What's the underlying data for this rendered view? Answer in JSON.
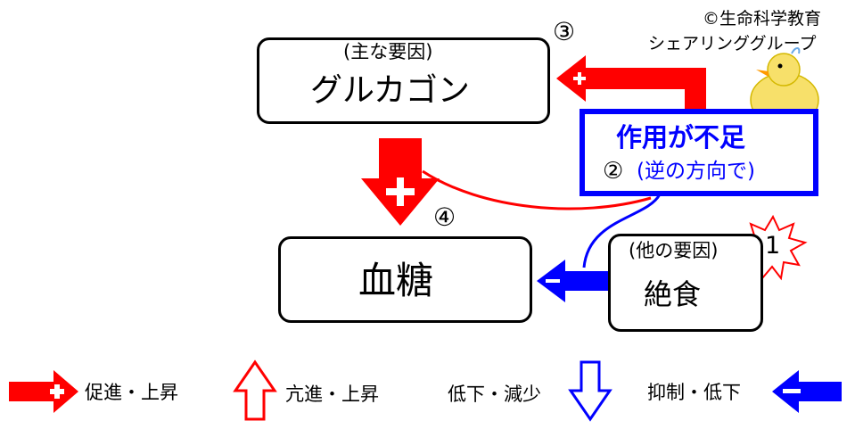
{
  "copyright": {
    "line1": "©生命科学教育",
    "line2": "シェアリンググループ"
  },
  "glucagon_box": {
    "note": "(主な要因)",
    "label": "グルカゴン",
    "number": "③"
  },
  "action_box": {
    "title": "作用が不足",
    "number": "②",
    "subtitle": "(逆の方向で)"
  },
  "blood_sugar_box": {
    "label": "血糖",
    "number": "④"
  },
  "other_box": {
    "note": "(他の要因)",
    "label": "絶食",
    "badge": "1"
  },
  "legend": {
    "promote": "促進・上昇",
    "enhance": "亢進・上昇",
    "decrease": "低下・減少",
    "inhibit": "抑制・低下"
  },
  "colors": {
    "red": "#ff0000",
    "blue": "#0000ff",
    "black": "#000000"
  }
}
